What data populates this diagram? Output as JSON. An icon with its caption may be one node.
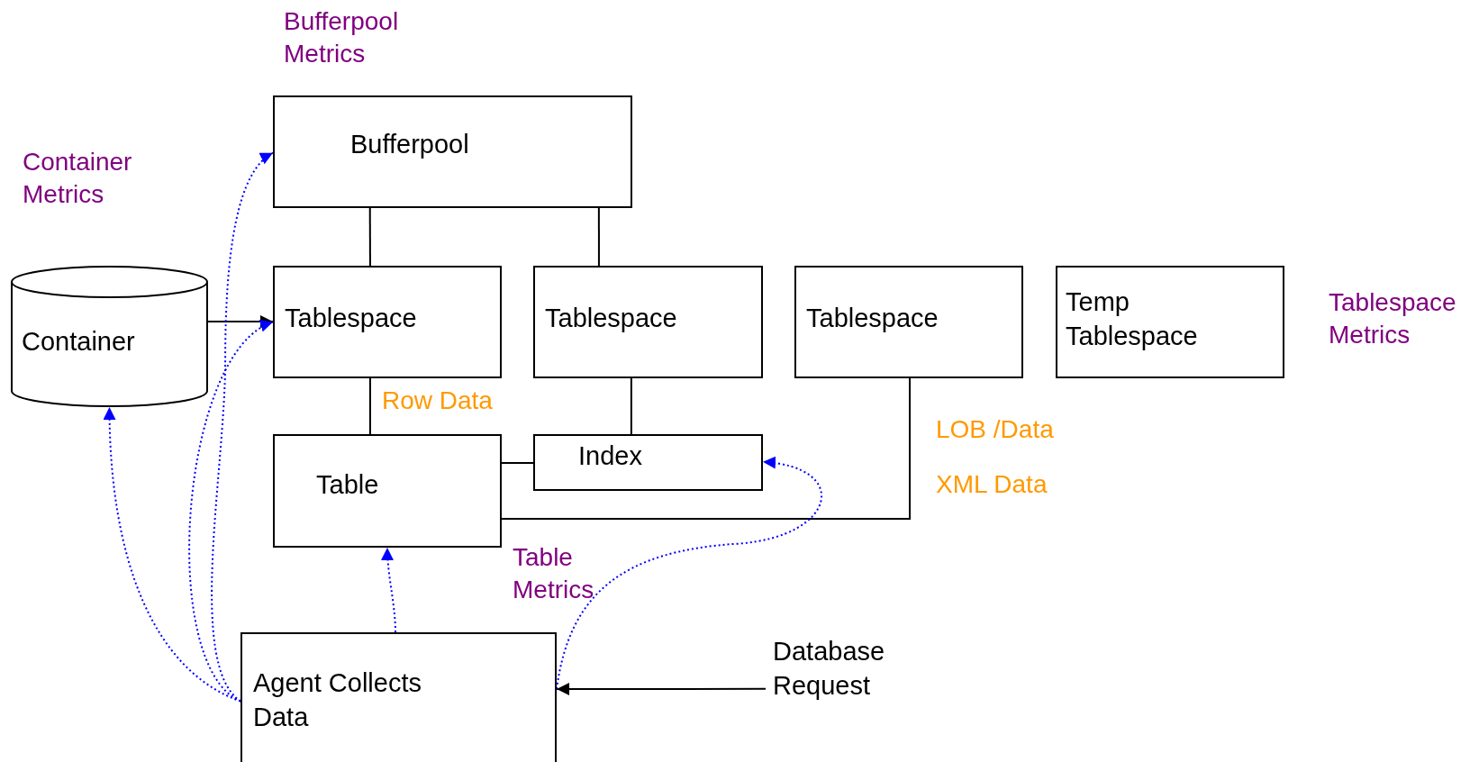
{
  "diagram": {
    "nodes": [
      {
        "text": [
          "Bufferpool"
        ]
      },
      {
        "text": [
          "Tablespace"
        ]
      },
      {
        "text": [
          "Tablespace"
        ]
      },
      {
        "text": [
          "Tablespace"
        ]
      },
      {
        "text": [
          "Temp Tablespace"
        ]
      },
      {
        "text": [
          "Container"
        ]
      },
      {
        "text": [
          "Table"
        ]
      },
      {
        "text": [
          "Index"
        ]
      },
      {
        "text": [
          "Agent Collects Data"
        ]
      },
      {
        "text": [
          "Database Request"
        ]
      }
    ],
    "edges": [
      {
        "from": 0,
        "to": 1,
        "arrow": "none"
      },
      {
        "from": 0,
        "to": 2,
        "arrow": "none"
      },
      {
        "from": 5,
        "to": 1,
        "arrow": "to"
      },
      {
        "from": 1,
        "to": 6,
        "arrow": "none"
      },
      {
        "from": 2,
        "to": 7,
        "arrow": "none"
      },
      {
        "from": 6,
        "to": 7,
        "arrow": "none"
      },
      {
        "from": 3,
        "to": 6,
        "arrow": "none"
      },
      {
        "from": 9,
        "to": 8,
        "arrow": "to"
      },
      {
        "from": 8,
        "to": 0,
        "arrow": "to",
        "style": "dashed",
        "color": "#0000ff"
      },
      {
        "from": 8,
        "to": 1,
        "arrow": "to",
        "style": "dashed",
        "color": "#0000ff"
      },
      {
        "from": 8,
        "to": 5,
        "arrow": "to",
        "style": "dashed",
        "color": "#0000ff"
      },
      {
        "from": 8,
        "to": 6,
        "arrow": "to",
        "style": "dashed",
        "color": "#0000ff"
      },
      {
        "from": 8,
        "to": 7,
        "arrow": "to",
        "style": "dashed",
        "color": "#0000ff"
      }
    ],
    "labels": [
      "Bufferpool Metrics",
      "Container Metrics",
      "Tablespace Metrics",
      "Row Data",
      "LOB /Data",
      "XML Data",
      "Table Metrics"
    ]
  }
}
